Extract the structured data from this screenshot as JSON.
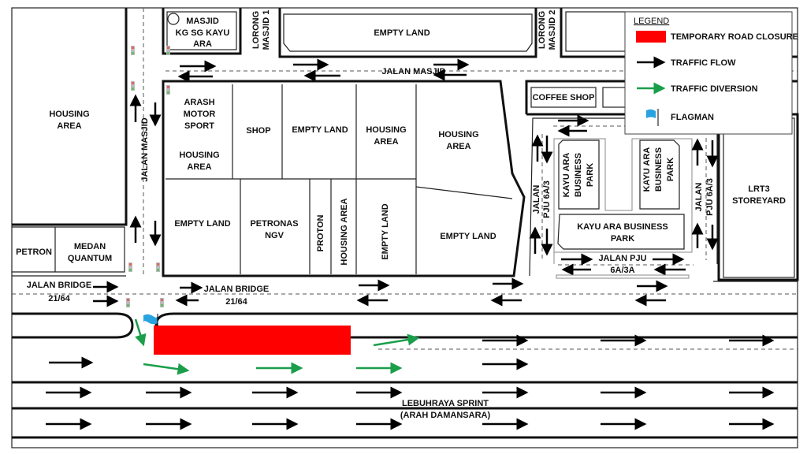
{
  "legend": {
    "title": "LEGEND",
    "closure": "TEMPORARY ROAD CLOSURE",
    "flow": "TRAFFIC FLOW",
    "diversion": "TRAFFIC DIVERSION",
    "flagman": "FLAGMAN",
    "closure_color": "#ff0000",
    "diversion_color": "#1a9e4a",
    "flag_color": "#29a3e0"
  },
  "places": {
    "housing_left": [
      "HOUSING",
      "AREA"
    ],
    "petron": "PETRON",
    "medan": [
      "MEDAN",
      "QUANTUM"
    ],
    "masjid": [
      "MASJID",
      "KG SG KAYU",
      "ARA"
    ],
    "lorong1": [
      "LORONG",
      "MASJID 1"
    ],
    "lorong2": [
      "LORONG",
      "MASJID 2"
    ],
    "empty_top": "EMPTY LAND",
    "arash": [
      "ARASH",
      "MOTOR",
      "SPORT"
    ],
    "housing_a": [
      "HOUSING",
      "AREA"
    ],
    "shop": "SHOP",
    "empty_1": "EMPTY LAND",
    "housing_b": [
      "HOUSING",
      "AREA"
    ],
    "housing_c": [
      "HOUSING",
      "AREA"
    ],
    "empty_2": "EMPTY LAND",
    "petronas": [
      "PETRONAS",
      "NGV"
    ],
    "proton": "PROTON",
    "housing_d": "HOUSING AREA",
    "empty_3": "EMPTY LAND",
    "empty_4": "EMPTY LAND",
    "coffee": "COFFEE SHOP",
    "kayu1": [
      "KAYU ARA",
      "BUSINESS",
      "PARK"
    ],
    "kayu2": [
      "KAYU ARA",
      "BUSINESS",
      "PARK"
    ],
    "kayu3": [
      "KAYU ARA BUSINESS",
      "PARK"
    ],
    "lrt": [
      "LRT3",
      "STOREYARD"
    ]
  },
  "roads": {
    "jalan_masjid_v": "JALAN MASJID",
    "jalan_masjid_h": "JALAN MASJID",
    "bridge_left": [
      "JALAN BRIDGE",
      "21/64"
    ],
    "bridge_mid": [
      "JALAN BRIDGE",
      "21/64"
    ],
    "pju_left": [
      "JALAN",
      "PJU 6A/3"
    ],
    "pju_right": [
      "JALAN",
      "PJU 6A/3"
    ],
    "pju_h": [
      "JALAN PJU",
      "6A/3A"
    ],
    "highway": [
      "LEBUHRAYA SPRINT",
      "(ARAH DAMANSARA)"
    ]
  }
}
